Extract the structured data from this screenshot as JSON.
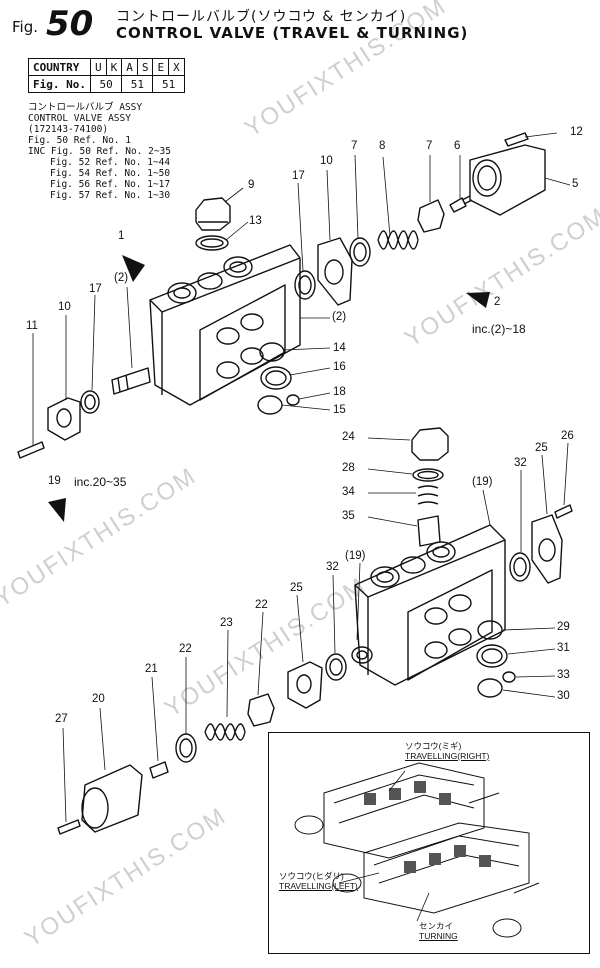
{
  "header": {
    "fig_prefix": "Fig.",
    "fig_number": "50",
    "title_jp": "コントロールバルブ(ソウコウ & センカイ)",
    "title_en": "CONTROL VALVE (TRAVEL & TURNING)"
  },
  "country_table": {
    "row1": [
      "COUNTRY",
      "U",
      "K",
      "A",
      "S",
      "E",
      "X"
    ],
    "row2": [
      "Fig. No.",
      "50",
      "51",
      "51"
    ]
  },
  "assembly_info": {
    "jp_name": "コントロールバルブ ASSY",
    "en_name": "CONTROL VALVE ASSY",
    "part_code": "(172143-74100)",
    "fig_ref": "Fig. 50 Ref. No. 1",
    "inc_lines": [
      "INC Fig. 50 Ref. No. 2~35",
      "Fig. 52 Ref. No. 1~44",
      "Fig. 54 Ref. No. 1~50",
      "Fig. 56 Ref. No. 1~17",
      "Fig. 57 Ref. No. 1~30"
    ]
  },
  "callouts": {
    "inc_2": "inc.(2)~18",
    "inc_19": "inc.20~35",
    "arrow_1": "1",
    "arrow_2": "2",
    "arrow_19": "19"
  },
  "part_labels": [
    {
      "id": "p12",
      "text": "12"
    },
    {
      "id": "p6",
      "text": "6"
    },
    {
      "id": "p5",
      "text": "5"
    },
    {
      "id": "p7a",
      "text": "7"
    },
    {
      "id": "p8",
      "text": "8"
    },
    {
      "id": "p7b",
      "text": "7"
    },
    {
      "id": "p10a",
      "text": "10"
    },
    {
      "id": "p17a",
      "text": "17"
    },
    {
      "id": "p9",
      "text": "9"
    },
    {
      "id": "p13",
      "text": "13"
    },
    {
      "id": "p2a",
      "text": "(2)"
    },
    {
      "id": "p2b",
      "text": "(2)"
    },
    {
      "id": "p14",
      "text": "14"
    },
    {
      "id": "p16",
      "text": "16"
    },
    {
      "id": "p18",
      "text": "18"
    },
    {
      "id": "p15",
      "text": "15"
    },
    {
      "id": "p10b",
      "text": "10"
    },
    {
      "id": "p17b",
      "text": "17"
    },
    {
      "id": "p11",
      "text": "11"
    },
    {
      "id": "p24",
      "text": "24"
    },
    {
      "id": "p28",
      "text": "28"
    },
    {
      "id": "p34",
      "text": "34"
    },
    {
      "id": "p35",
      "text": "35"
    },
    {
      "id": "p19a",
      "text": "(19)"
    },
    {
      "id": "p32a",
      "text": "32"
    },
    {
      "id": "p25a",
      "text": "25"
    },
    {
      "id": "p26",
      "text": "26"
    },
    {
      "id": "p19b",
      "text": "(19)"
    },
    {
      "id": "p32b",
      "text": "32"
    },
    {
      "id": "p25b",
      "text": "25"
    },
    {
      "id": "p29",
      "text": "29"
    },
    {
      "id": "p31",
      "text": "31"
    },
    {
      "id": "p33",
      "text": "33"
    },
    {
      "id": "p30",
      "text": "30"
    },
    {
      "id": "p22a",
      "text": "22"
    },
    {
      "id": "p23",
      "text": "23"
    },
    {
      "id": "p22b",
      "text": "22"
    },
    {
      "id": "p21",
      "text": "21"
    },
    {
      "id": "p20",
      "text": "20"
    },
    {
      "id": "p27",
      "text": "27"
    }
  ],
  "inset": {
    "right_jp": "ソウコウ(ミギ)",
    "right_en": "TRAVELLING(RIGHT)",
    "left_jp": "ソウコウ(ヒダリ)",
    "left_en": "TRAVELLING(LEFT)",
    "turn_jp": "センカイ",
    "turn_en": "TURNING"
  },
  "watermark": "YOUFIXTHIS.COM"
}
